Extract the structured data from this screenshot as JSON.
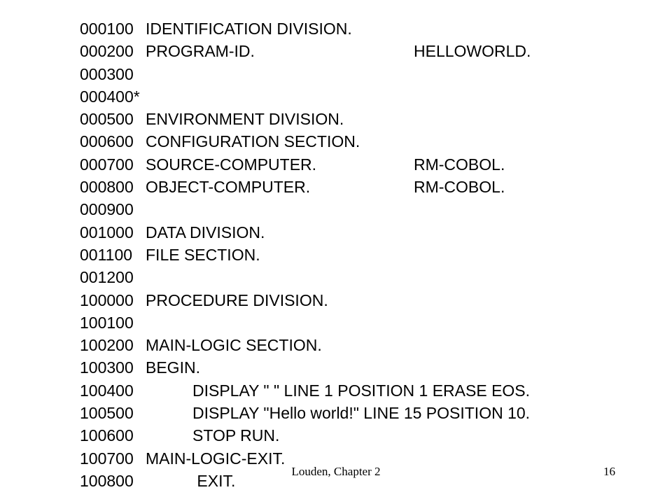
{
  "code_lines": [
    {
      "num": "000100",
      "stmt": "IDENTIFICATION DIVISION.",
      "value": "",
      "indent": false
    },
    {
      "num": "000200",
      "stmt": "PROGRAM-ID.",
      "value": "HELLOWORLD.",
      "indent": false
    },
    {
      "num": "000300",
      "stmt": "",
      "value": "",
      "indent": false
    },
    {
      "num": "000400*",
      "stmt": "",
      "value": "",
      "indent": false
    },
    {
      "num": "000500",
      "stmt": "ENVIRONMENT DIVISION.",
      "value": "",
      "indent": false
    },
    {
      "num": "000600",
      "stmt": "CONFIGURATION SECTION.",
      "value": "",
      "indent": false
    },
    {
      "num": "000700",
      "stmt": "SOURCE-COMPUTER.",
      "value": "RM-COBOL.",
      "indent": false
    },
    {
      "num": "000800",
      "stmt": "OBJECT-COMPUTER.",
      "value": "RM-COBOL.",
      "indent": false
    },
    {
      "num": "000900",
      "stmt": "",
      "value": "",
      "indent": false
    },
    {
      "num": "001000",
      "stmt": "DATA DIVISION.",
      "value": "",
      "indent": false
    },
    {
      "num": "001100",
      "stmt": "FILE SECTION.",
      "value": "",
      "indent": false
    },
    {
      "num": "001200",
      "stmt": "",
      "value": "",
      "indent": false
    },
    {
      "num": "100000",
      "stmt": "PROCEDURE DIVISION.",
      "value": "",
      "indent": false
    },
    {
      "num": "100100",
      "stmt": "",
      "value": "",
      "indent": false
    },
    {
      "num": "100200",
      "stmt": "MAIN-LOGIC SECTION.",
      "value": "",
      "indent": false
    },
    {
      "num": "100300",
      "stmt": "BEGIN.",
      "value": "",
      "indent": false
    },
    {
      "num": "100400",
      "stmt": "DISPLAY \" \" LINE 1 POSITION 1 ERASE EOS.",
      "value": "",
      "indent": true
    },
    {
      "num": "100500",
      "stmt": "DISPLAY \"Hello world!\" LINE 15 POSITION 10.",
      "value": "",
      "indent": true
    },
    {
      "num": "100600",
      "stmt": "STOP RUN.",
      "value": "",
      "indent": true
    },
    {
      "num": "100700",
      "stmt": "MAIN-LOGIC-EXIT.",
      "value": "",
      "indent": false
    },
    {
      "num": "100800",
      "stmt": " EXIT.",
      "value": "",
      "indent": true
    }
  ],
  "footer": {
    "center": "Louden, Chapter 2",
    "page": "16"
  }
}
